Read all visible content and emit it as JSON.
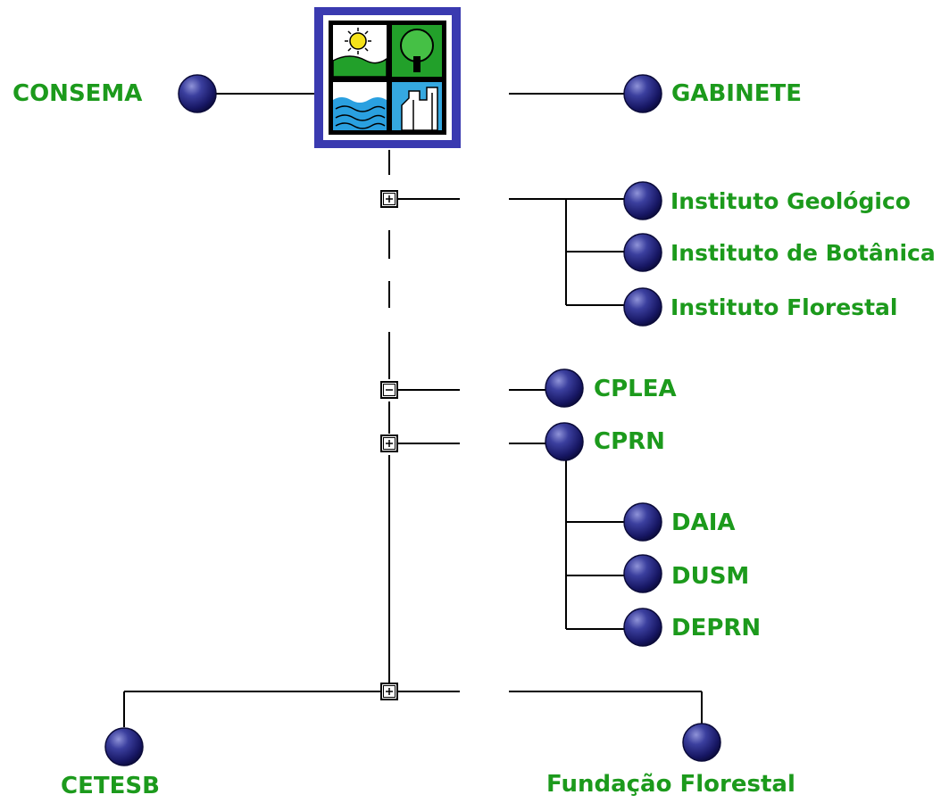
{
  "nodes": {
    "consema": "CONSEMA",
    "gabinete": "GABINETE",
    "instituto_geologico": "Instituto Geológico",
    "instituto_botanica": "Instituto de Botânica",
    "instituto_florestal": "Instituto Florestal",
    "cplea": "CPLEA",
    "cprn": "CPRN",
    "daia": "DAIA",
    "dusm": "DUSM",
    "deprn": "DEPRN",
    "cetesb": "CETESB",
    "fundacao_florestal": "Fundação Florestal"
  },
  "icons": {
    "logo": "environment-secretariat-logo-icon",
    "bullet": "blue-sphere-bullet-icon",
    "expand": "plus-box-icon",
    "collapse": "minus-box-icon"
  },
  "colors": {
    "label": "#1c9a1c",
    "bullet": "#1a1a7a",
    "logo_frame": "#3a3ab0",
    "line": "#000000"
  }
}
